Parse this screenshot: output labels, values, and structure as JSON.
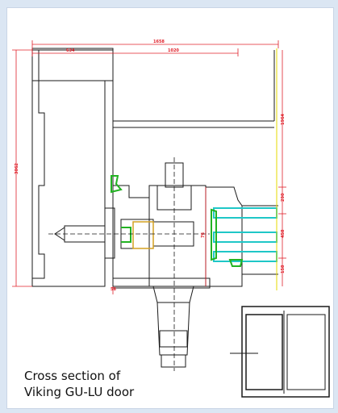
{
  "caption": {
    "line1": "Cross section of",
    "line2": "Viking GU-LU door"
  },
  "dimensions": {
    "overall_width": "1658",
    "left_width": "634",
    "right_width": "1020",
    "total_height": "3062",
    "right_height": "1964",
    "glass_top": "290",
    "glass_mid": "458",
    "glass_bottom": "158",
    "center_mark": "76",
    "base_mark": "58"
  },
  "colors": {
    "line": "#1a1a1a",
    "dimension": "#e0202a",
    "axis_yellow": "#e6d800",
    "glazing": "#1fc7c7",
    "gasket": "#22b322",
    "lock": "#d4a020"
  }
}
